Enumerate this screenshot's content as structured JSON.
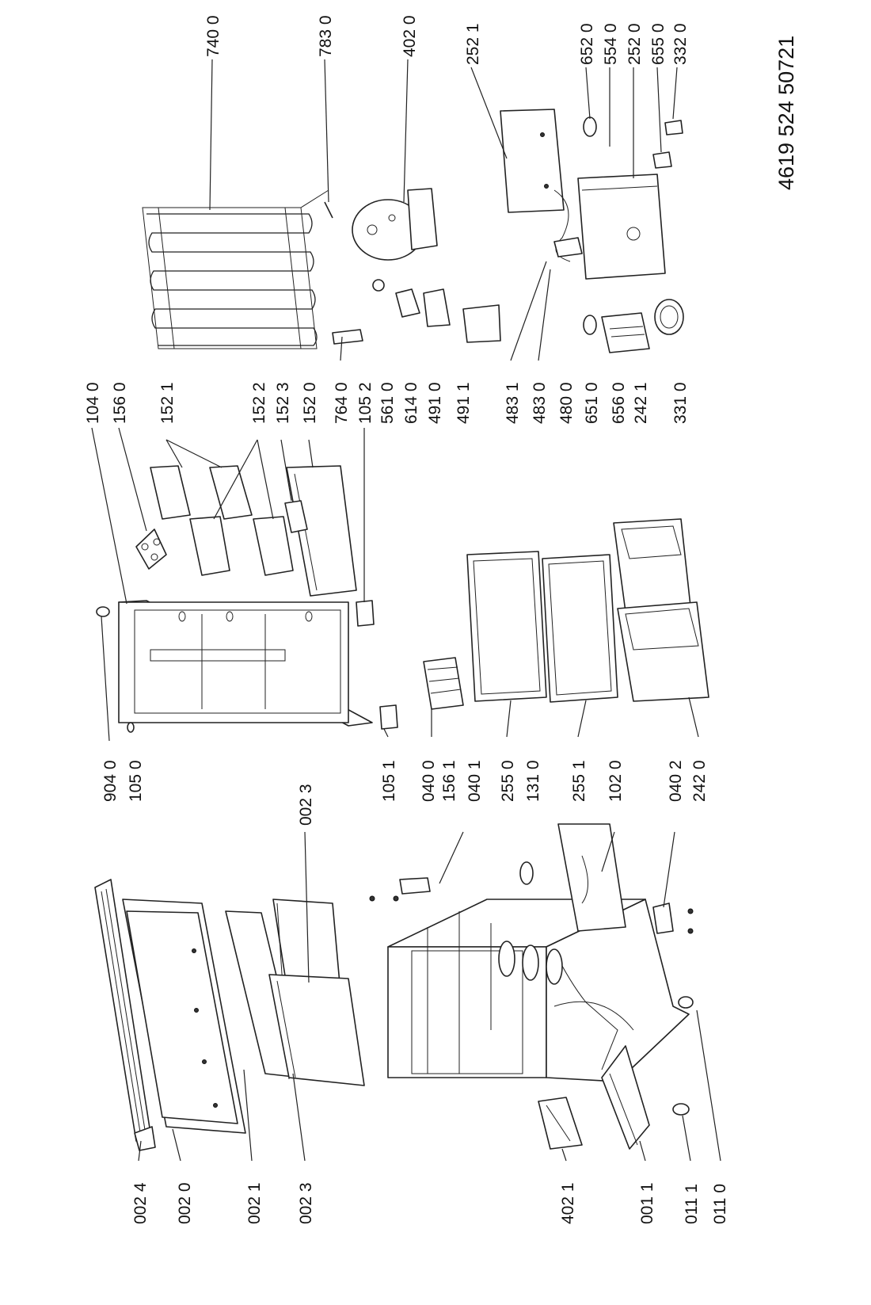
{
  "document_number": "4619 524 50721",
  "labels": {
    "l0024": "002 4",
    "l0020": "002 0",
    "l0021": "002 1",
    "l0023a": "002 3",
    "l0023b": "002 3",
    "l4021": "402 1",
    "l0011": "001 1",
    "l0111": "011 1",
    "l0110": "011 0",
    "l9040": "904 0",
    "l1050": "105 0",
    "l1051": "105 1",
    "l0400": "040 0",
    "l1561": "156 1",
    "l0401": "040 1",
    "l2550": "255 0",
    "l1310": "131 0",
    "l2551": "255 1",
    "l1020": "102 0",
    "l0402": "040 2",
    "l2420": "242 0",
    "l1040": "104 0",
    "l1560": "156 0",
    "l1521": "152 1",
    "l1522": "152 2",
    "l1523": "152 3",
    "l1520": "152 0",
    "l7640": "764 0",
    "l1052": "105 2",
    "l5610": "561 0",
    "l6140": "614 0",
    "l4910": "491 0",
    "l4911": "491 1",
    "l4831": "483 1",
    "l4830": "483 0",
    "l4800": "480 0",
    "l6510": "651 0",
    "l6560": "656 0",
    "l2421": "242 1",
    "l3310": "331 0",
    "l7400": "740 0",
    "l7830": "783 0",
    "l4020": "402 0",
    "l2521": "252 1",
    "l6520": "652 0",
    "l5540": "554 0",
    "l2520": "252 0",
    "l6550": "655 0",
    "l3320": "332 0"
  }
}
